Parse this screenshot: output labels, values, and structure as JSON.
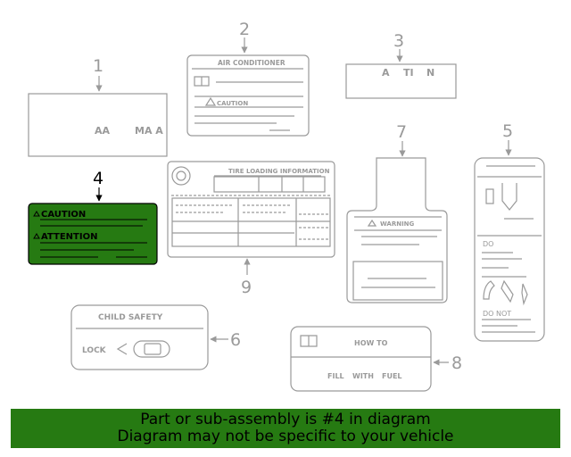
{
  "callouts": {
    "c1": "1",
    "c2": "2",
    "c3": "3",
    "c4": "4",
    "c5": "5",
    "c6": "6",
    "c7": "7",
    "c8": "8",
    "c9": "9"
  },
  "labels": {
    "label1_text_a": "AA",
    "label1_text_b": "MA A",
    "label2_title": "AIR CONDITIONER",
    "label2_caution": "CAUTION",
    "label3_text_a": "A",
    "label3_text_b": "TI",
    "label3_text_c": "N",
    "label4_caution": "CAUTION",
    "label4_attention": "ATTENTION",
    "label9_title": "TIRE LOADING INFORMATION",
    "label7_warning": "WARNING",
    "label5_do": "DO",
    "label5_do_not": "DO  NOT",
    "label6_title": "CHILD SAFETY",
    "label6_lock": "LOCK",
    "label8_title": "HOW TO",
    "label8_sub_a": "FILL",
    "label8_sub_b": "WITH",
    "label8_sub_c": "FUEL"
  },
  "colors": {
    "highlight_green": "#267a12",
    "line_gray": "#9a9a9a"
  },
  "banner": {
    "line1": "Part or sub-assembly is #4 in diagram",
    "line2": "Diagram may not be specific to your vehicle"
  }
}
